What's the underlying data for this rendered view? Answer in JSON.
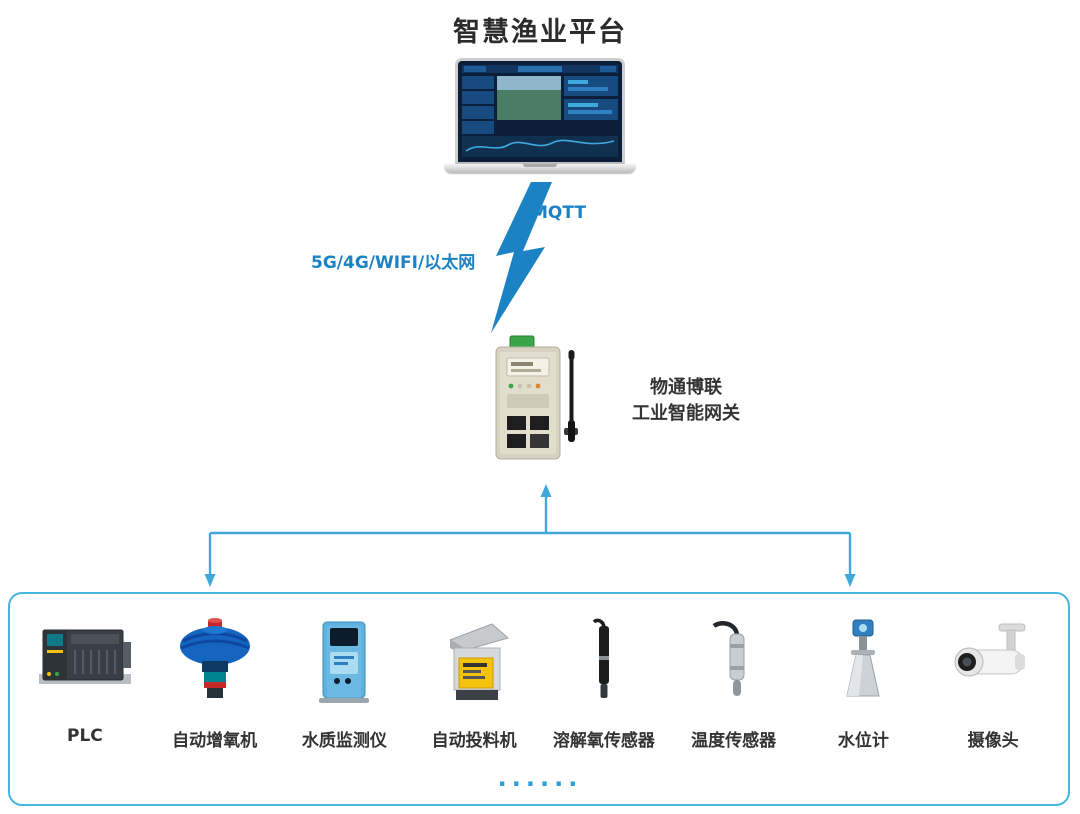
{
  "title": "智慧渔业平台",
  "connection": {
    "protocol_label": "MQTT",
    "network_label": "5G/4G/WIFI/以太网"
  },
  "gateway": {
    "label_line1": "物通博联",
    "label_line2": "工业智能网关"
  },
  "devices": {
    "items": [
      {
        "label": "PLC",
        "icon": "plc-icon"
      },
      {
        "label": "自动增氧机",
        "icon": "aerator-icon"
      },
      {
        "label": "水质监测仪",
        "icon": "water-quality-monitor-icon"
      },
      {
        "label": "自动投料机",
        "icon": "auto-feeder-icon"
      },
      {
        "label": "溶解氧传感器",
        "icon": "dissolved-oxygen-sensor-icon"
      },
      {
        "label": "温度传感器",
        "icon": "temperature-sensor-icon"
      },
      {
        "label": "水位计",
        "icon": "water-level-gauge-icon"
      },
      {
        "label": "摄像头",
        "icon": "camera-icon"
      }
    ],
    "ellipsis": "······"
  },
  "colors": {
    "accent_blue": "#1b82c4",
    "line_blue": "#3fa9dc",
    "box_border_blue": "#45b6e0",
    "text_dark": "#333333"
  }
}
